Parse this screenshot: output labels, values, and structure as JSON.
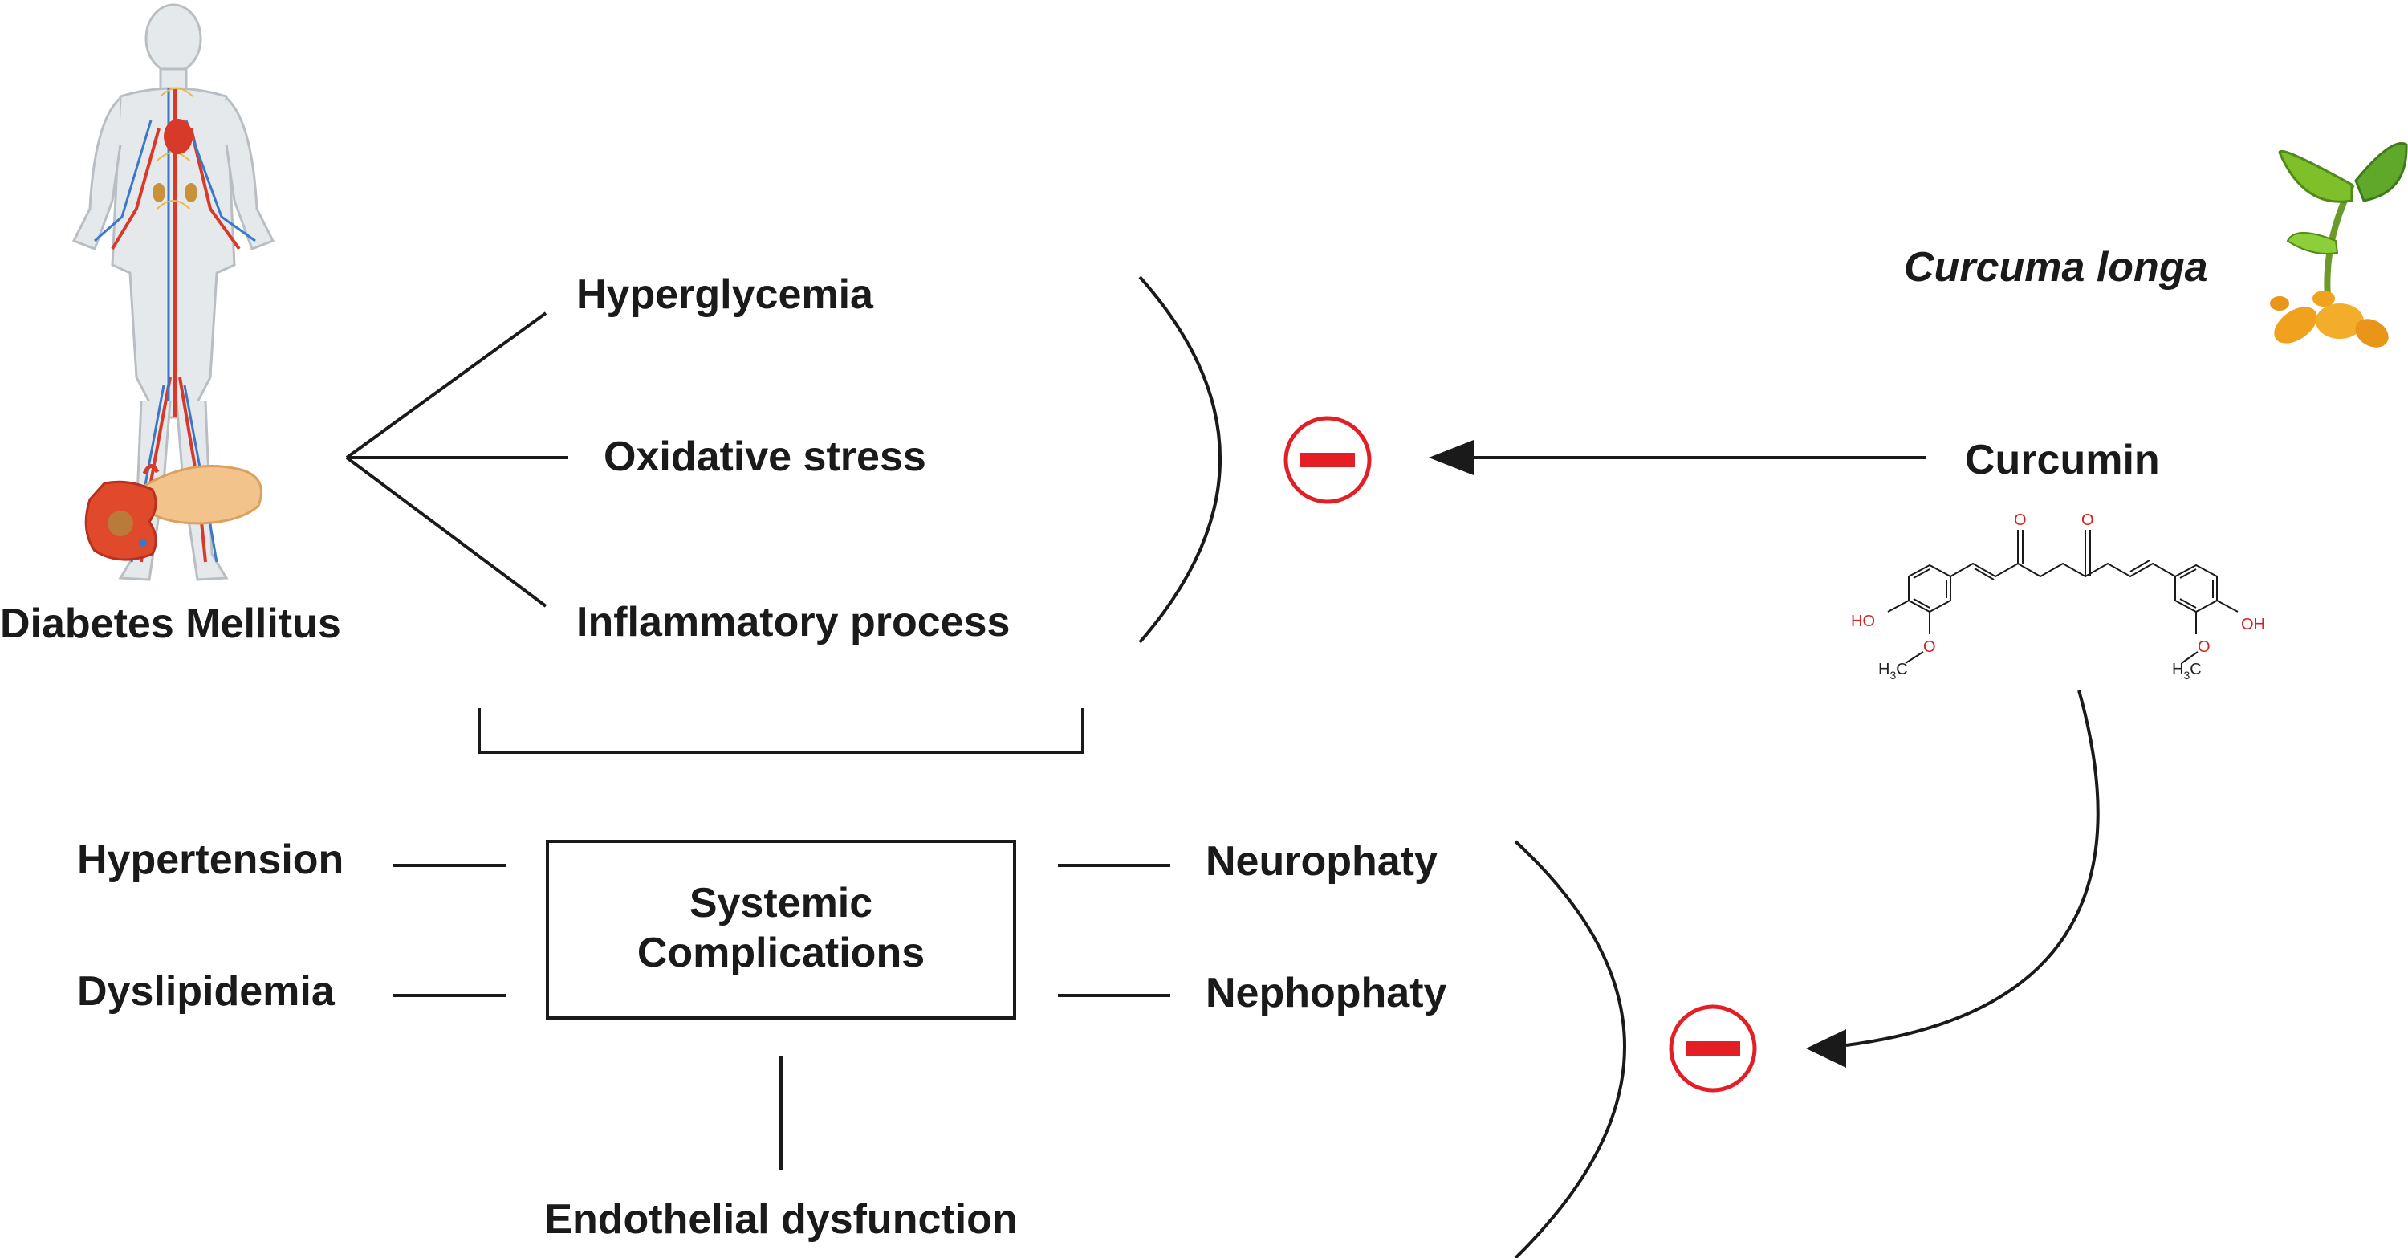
{
  "left": {
    "disease": "Diabetes Mellitus",
    "factors": [
      "Hyperglycemia",
      "Oxidative stress",
      "Inflammatory process"
    ]
  },
  "right": {
    "plant": "Curcuma longa",
    "compound": "Curcumin",
    "chem": {
      "oh": "OH",
      "ho": "HO",
      "o": "O",
      "h3c": "H",
      "sub3": "3",
      "c": "C"
    }
  },
  "complications": {
    "center_line1": "Systemic",
    "center_line2": "Complications",
    "left_items": [
      "Hypertension",
      "Dyslipidemia"
    ],
    "right_items": [
      "Neurophaty",
      "Nephophaty"
    ],
    "bottom_item": "Endothelial dysfunction"
  },
  "colors": {
    "inhibit": "#e31e24",
    "text": "#1a1a1a"
  },
  "icons": [
    "human-body-icon",
    "pancreas-icon",
    "turmeric-plant-icon",
    "inhibition-icon",
    "curcumin-structure-icon"
  ]
}
